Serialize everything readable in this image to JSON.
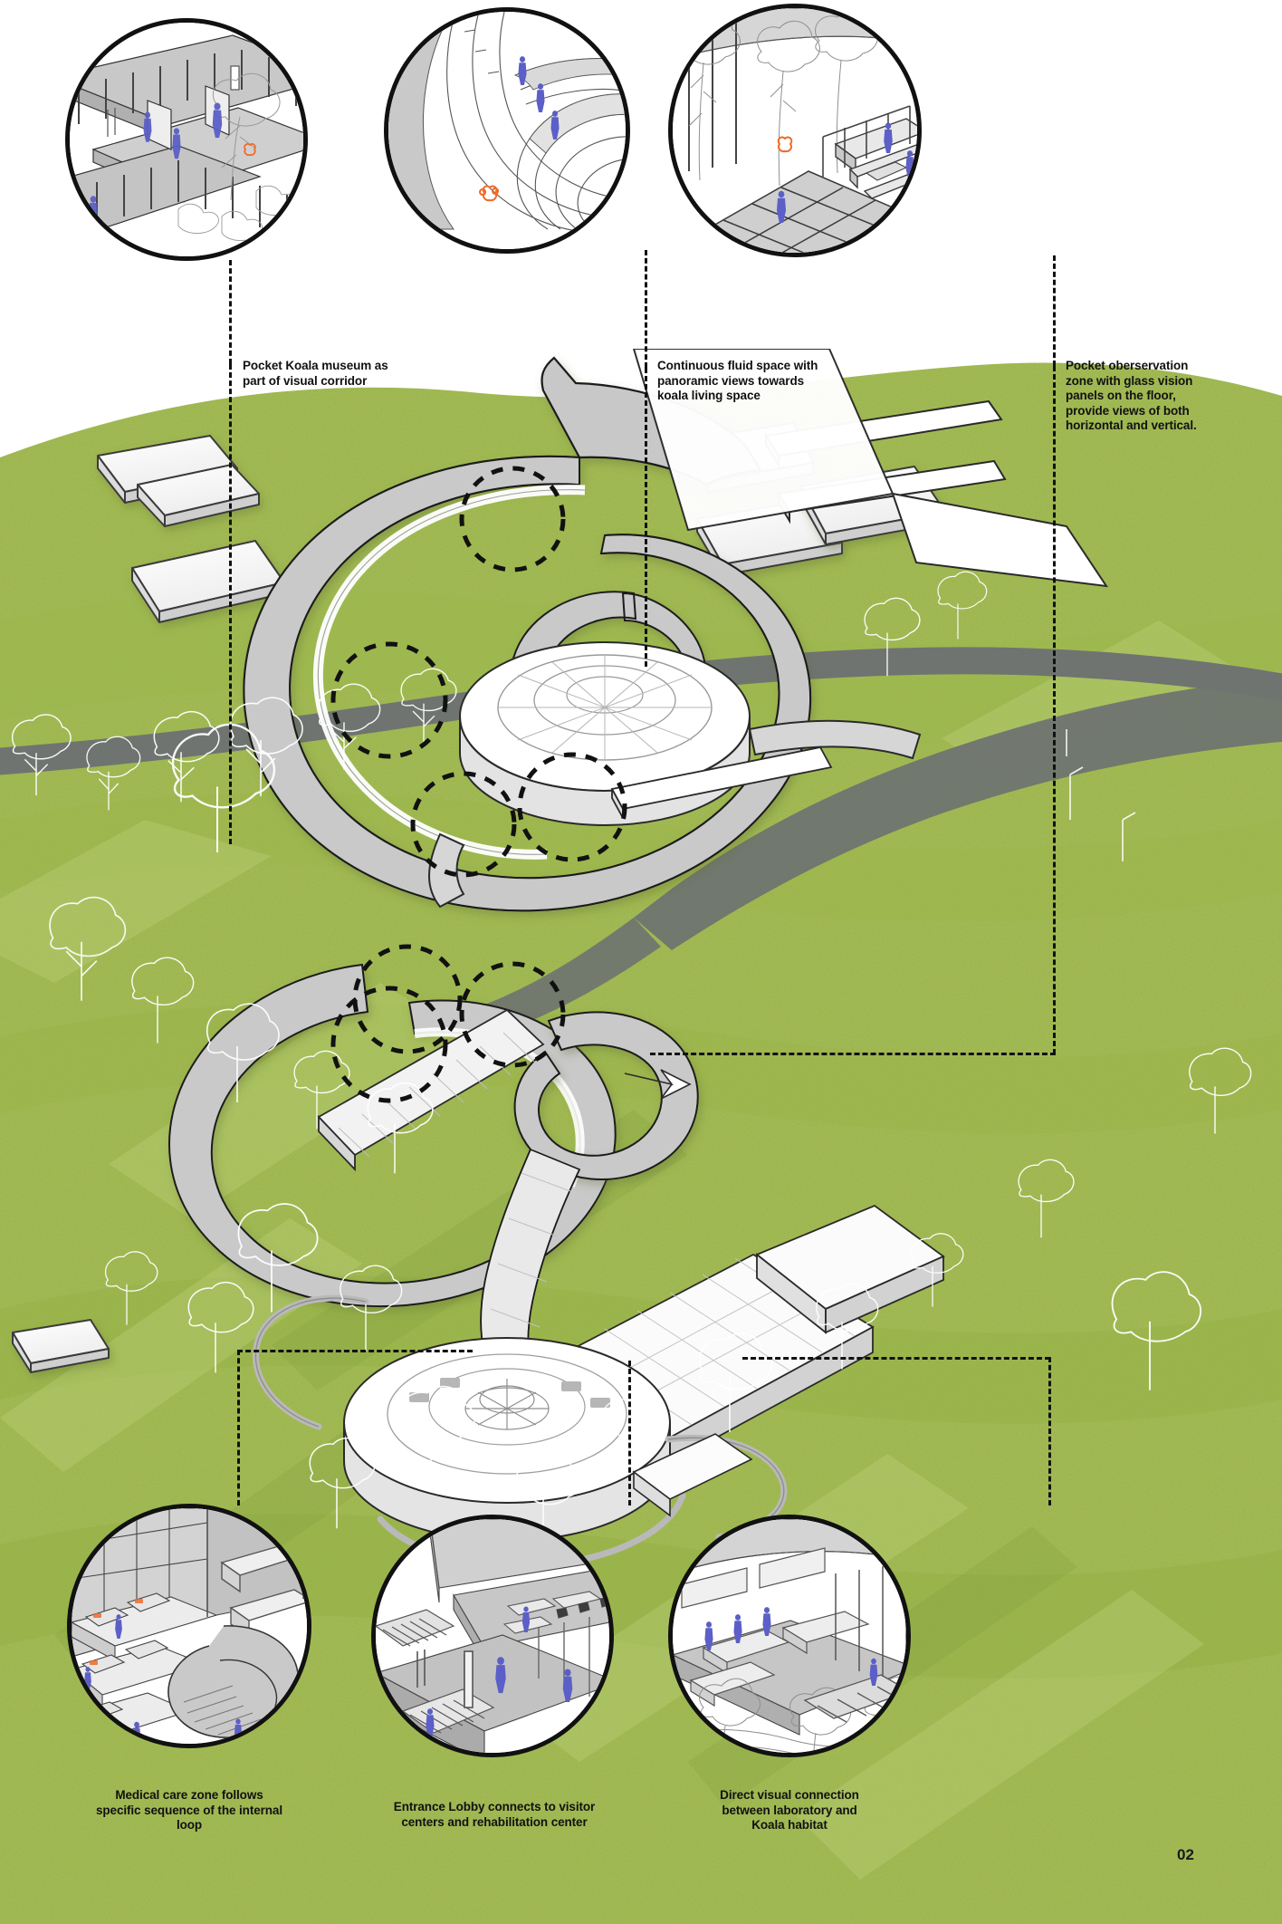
{
  "board": {
    "page_number": "02",
    "background_color": "#ffffff",
    "grass_color_light": "#a9c255",
    "grass_color_mid": "#9ab84c",
    "grass_color_dark": "#8aa941",
    "road_color": "#6f7470",
    "building_color": "#ffffff",
    "building_shadow": "#c9c9c9",
    "ink_color": "#111111",
    "figure_color": "#5b5fc7",
    "accent_orange": "#f06a28"
  },
  "top_vignettes": [
    {
      "id": "pocket-koala-museum",
      "caption": "Pocket Koala museum as part of visual corridor",
      "caption_lines": [
        "Pocket Koala museum as",
        "part of visual corridor"
      ],
      "scene": "interior-gallery-with-tree",
      "figures": 4
    },
    {
      "id": "continuous-fluid-space",
      "caption": "Continuous fluid space with panoramic views towards koala living space",
      "caption_lines": [
        "Continuous fluid space with",
        "panoramic views towards",
        "koala living space"
      ],
      "scene": "curved-ramp-atrium",
      "figures": 3
    },
    {
      "id": "pocket-observation-zone",
      "caption": "Pocket oberservation zone with glass vision panels on the floor, provide views of both horizontal and vertical.",
      "caption_lines": [
        "Pocket oberservation",
        "zone with glass vision",
        "panels on the floor,",
        "provide views of both",
        "horizontal and vertical."
      ],
      "scene": "glass-floor-walkway-with-trees",
      "figures": 3
    }
  ],
  "bottom_vignettes": [
    {
      "id": "medical-care-zone",
      "caption": "Medical care zone follows specific sequence of the internal loop",
      "caption_lines": [
        "Medical care zone follows",
        "specific sequence of the internal",
        "loop"
      ],
      "scene": "clinic-rooms-with-spiral-stair",
      "figures": 5
    },
    {
      "id": "entrance-lobby",
      "caption": "Entrance Lobby connects to visitor centers and rehabilitation center",
      "caption_lines": [
        "Entrance Lobby connects to visitor",
        "centers and rehabilitation center"
      ],
      "scene": "lobby-reception-desks-stairs",
      "figures": 4
    },
    {
      "id": "laboratory-koala-habitat",
      "caption": "Direct visual connection between laboratory and Koala habitat",
      "caption_lines": [
        "Direct visual connection",
        "between laboratory and",
        "Koala habitat"
      ],
      "scene": "lab-bench-overlooking-habitat",
      "figures": 4
    }
  ],
  "main_render": {
    "title": "Aerial axonometric of koala conservation centre",
    "description": "Spiralling ribbon building set into green rolling terrain with a road crossing the site and scattered tree canopies.",
    "elements": [
      "upper-spiral-ring",
      "middle-spiral-ring",
      "lower-entrance-cluster",
      "access-road",
      "tree-rows",
      "satellite-pavilions"
    ]
  },
  "callout_markers": [
    {
      "name": "marker-museum",
      "label": ""
    },
    {
      "name": "marker-fluid-space",
      "label": ""
    },
    {
      "name": "marker-observation",
      "label": ""
    },
    {
      "name": "marker-medical",
      "label": ""
    },
    {
      "name": "marker-lobby",
      "label": ""
    },
    {
      "name": "marker-laboratory",
      "label": ""
    }
  ]
}
